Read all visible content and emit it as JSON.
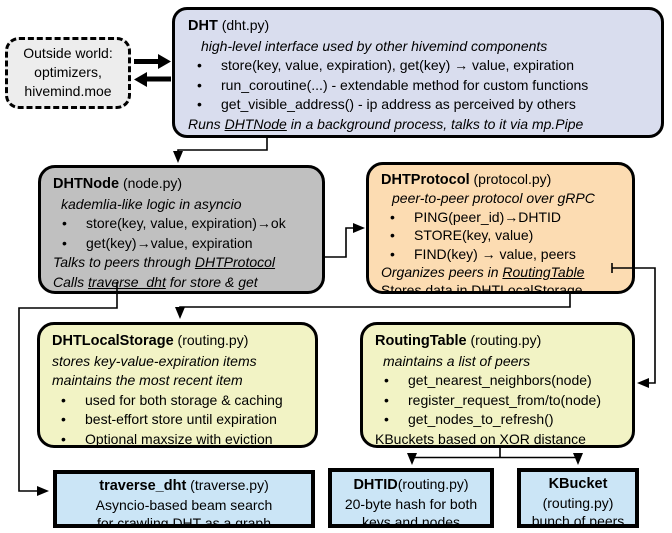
{
  "colors": {
    "dht_fill": "#d9ddee",
    "dhtnode_fill": "#c0c0c0",
    "dhtprotocol_fill": "#fcdcb2",
    "storage_fill": "#f2f3c5",
    "bottom_fill": "#cbe5f6",
    "outside_fill": "#ededed",
    "line_color": "#000000"
  },
  "ui": {
    "bullet": "•"
  },
  "outside": {
    "lines": [
      "Outside world:",
      "optimizers,",
      "hivemind.moe"
    ]
  },
  "dht": {
    "title": "DHT",
    "file": " (dht.py)",
    "subtitle": "high-level interface used by other hivemind components",
    "bullets": [
      "store(key, value, expiration), get(key) → value, expiration",
      "run_coroutine(...) - extendable method for custom functions",
      "get_visible_address() - ip address as perceived by others"
    ],
    "footer": {
      "pre": "Runs ",
      "link": "DHTNode",
      "post": " in a background process, talks to it via mp.Pipe"
    }
  },
  "dhtnode": {
    "title": "DHTNode",
    "file": " (node.py)",
    "subtitle": "kademlia-like logic in asyncio",
    "bullets": [
      "store(key, value, expiration)→ok",
      "get(key)→value, expiration"
    ],
    "talks": {
      "pre": "Talks to peers through ",
      "link": "DHTProtocol"
    },
    "calls": {
      "pre": "Calls ",
      "link": "traverse_dht",
      "post": " for store & get"
    }
  },
  "dhtprotocol": {
    "title": "DHTProtocol",
    "file": " (protocol.py)",
    "subtitle": "peer-to-peer protocol over gRPC",
    "bullets": [
      "PING(peer_id)→DHTID",
      "STORE(key, value)",
      "FIND(key) → value, peers"
    ],
    "organizes": {
      "pre": "Organizes peers in ",
      "link": "RoutingTable"
    },
    "stores": {
      "pre": "Stores data in DHT",
      "link": "LocalStorage"
    }
  },
  "dhtlocalstorage": {
    "title": "DHTLocalStorage",
    "file": " (routing.py)",
    "subtitles": [
      "stores key-value-expiration items",
      "maintains the most recent item"
    ],
    "bullets": [
      "used for both storage & caching",
      "best-effort store until expiration",
      "Optional maxsize with eviction"
    ]
  },
  "routingtable": {
    "title": "RoutingTable",
    "file": " (routing.py)",
    "subtitle": "maintains a list of peers",
    "bullets": [
      "get_nearest_neighbors(node)",
      "register_request_from/to(node)",
      "get_nodes_to_refresh()"
    ],
    "footer": "KBuckets based on XOR distance"
  },
  "traverse": {
    "title": "traverse_dht",
    "file": " (traverse.py)",
    "lines": [
      "Asyncio-based beam search",
      "for crawling DHT as a graph"
    ]
  },
  "dhtid": {
    "title": "DHTID",
    "file": "(routing.py)",
    "lines": [
      "20-byte hash for both",
      "keys and nodes"
    ]
  },
  "kbucket": {
    "title": "KBucket",
    "lines": [
      "(routing.py)",
      "bunch of peers"
    ]
  }
}
